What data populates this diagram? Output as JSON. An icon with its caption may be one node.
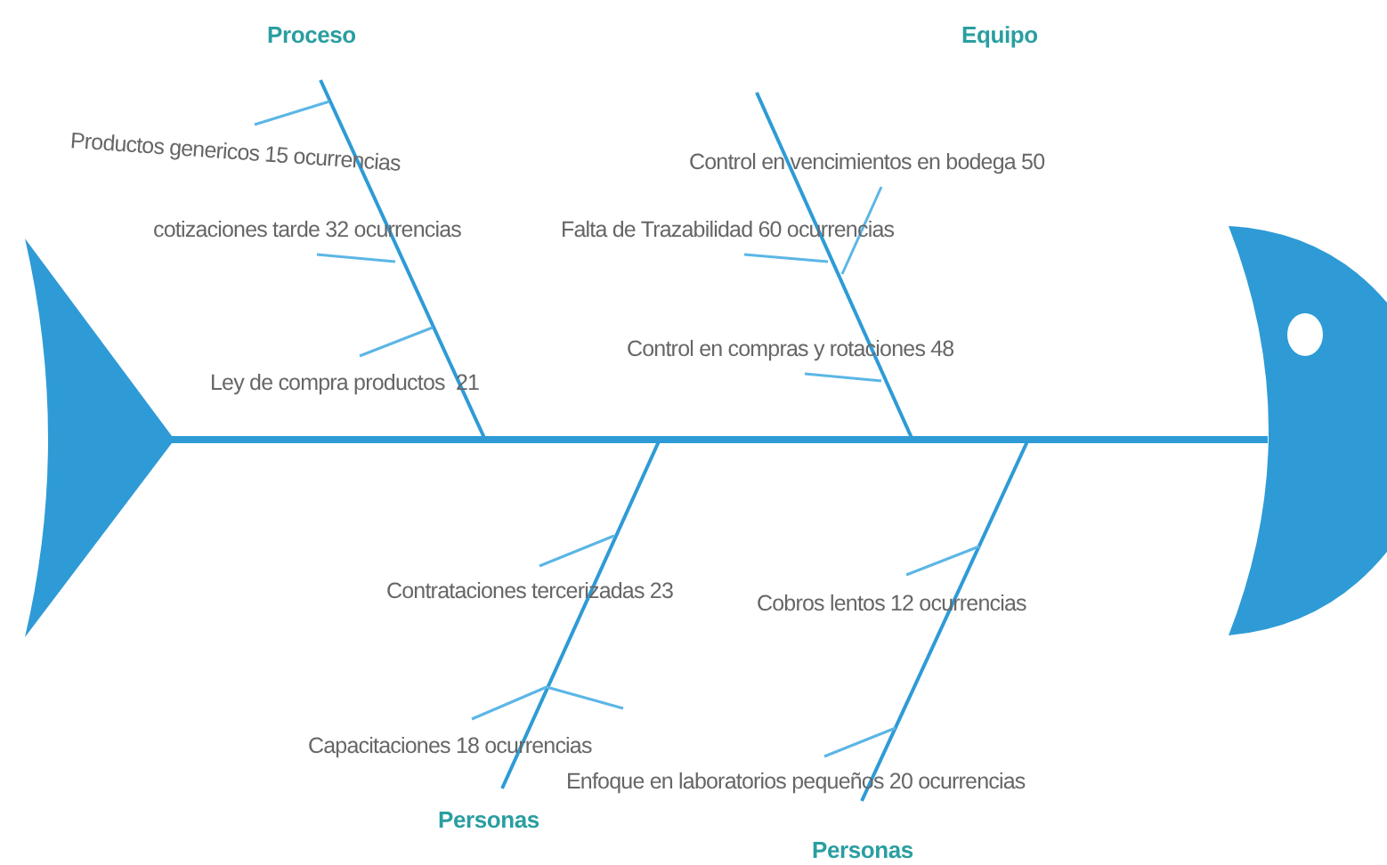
{
  "diagram": {
    "labels": [
      "Proceso",
      "Equipo",
      "Productos genericos 15 ocurrencias",
      "Control en vencimientos en bodega 50",
      "cotizaciones tarde 32 ocurrencias",
      "Falta de Trazabilidad 60 ocurrencias",
      "Control en compras y rotaciones 48",
      "Ley de compra productos  21",
      "Contrataciones tercerizadas 23",
      "Cobros lentos 12 ocurrencias",
      "Capacitaciones 18 ocurrencias",
      "Enfoque en laboratorios pequeños 20 ocurrencias",
      "Personas",
      "Personas"
    ]
  }
}
